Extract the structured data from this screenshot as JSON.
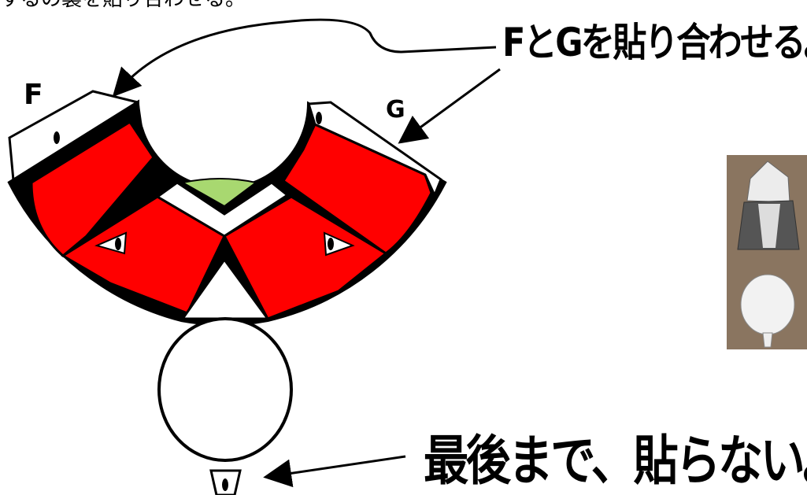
{
  "top_text": "するの裏を貼り合わせる。",
  "callouts": {
    "join_fg": "FとGを貼り合わせる。",
    "do_not_glue": "最後まで、貼らない。"
  },
  "piece_labels": {
    "f": "F",
    "g": "G"
  },
  "colors": {
    "red": "#ff0000",
    "black": "#000000",
    "green": "#a8d870",
    "photo_bg": "#8a7560"
  }
}
